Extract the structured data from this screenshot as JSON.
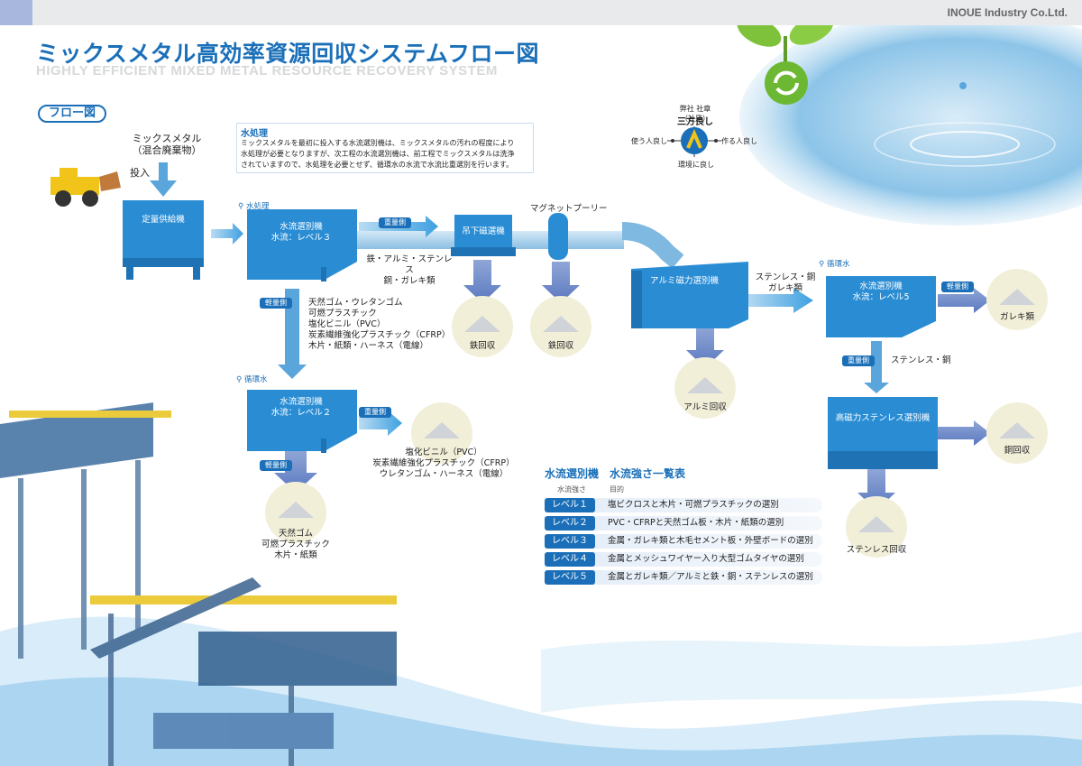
{
  "company": "INOUE Industry Co.Ltd.",
  "title": "ミックスメタル高効率資源回収システムフロー図",
  "subtitle": "HIGHLY EFFICIENT MIXED METAL RESOURCE RECOVERY SYSTEM",
  "tag": "フロー図",
  "input": {
    "line1": "ミックスメタル",
    "line2": "（混合廃棄物）",
    "action": "投入"
  },
  "water": {
    "title": "水処理",
    "lines": [
      "ミックスメタルを最初に投入する水流選別機は、ミックスメタルの汚れの程度により",
      "水処理が必要となりますが、次工程の水流選別機は、前工程でミックスメタルは洗浄",
      "されていますので、水処理を必要とせず、循環水の水流で水流比重選別を行います。"
    ]
  },
  "sanpo": {
    "top": "弊社 社章（社是）",
    "title": "三方良し",
    "left": "使う人良し",
    "right": "作る人良し",
    "bottom": "環境に良し"
  },
  "feeder": "定量供給機",
  "tap_water": "水処理",
  "tap_circ": "循環水",
  "heavy": "重量側",
  "light": "軽量側",
  "sep3": {
    "line1": "水流選別機",
    "line2": "水流：レベル３"
  },
  "sep2": {
    "line1": "水流選別機",
    "line2": "水流：レベル２"
  },
  "sep5": {
    "line1": "水流選別機",
    "line2": "水流：レベル5"
  },
  "heavy3": [
    "鉄・アルミ・ステンレス",
    "銅・ガレキ類"
  ],
  "light3": [
    "天然ゴム・ウレタンゴム",
    "可燃プラスチック",
    "塩化ビニル（PVC）",
    "炭素繊維強化プラスチック（CFRP）",
    "木片・紙類・ハーネス（電線）"
  ],
  "suspend": "吊下磁選機",
  "pulley": "マグネットプーリー",
  "iron1": "鉄回収",
  "iron2": "鉄回収",
  "alu_sep": "アルミ磁力選別機",
  "alu_out": [
    "ステンレス・銅",
    "ガレキ類"
  ],
  "alu_rec": "アルミ回収",
  "gareki": "ガレキ類",
  "heavy5": "ステンレス・銅",
  "stain_sep": "高磁力ステンレス選別機",
  "copper": "銅回収",
  "stain_rec": "ステンレス回収",
  "heavy2": [
    "塩化ビニル（PVC）",
    "炭素繊維強化プラスチック（CFRP）",
    "ウレタンゴム・ハーネス（電線）"
  ],
  "light2": [
    "天然ゴム",
    "可燃プラスチック",
    "木片・紙類"
  ],
  "table": {
    "title": "水流選別機　水流強さ一覧表",
    "h1": "水流強さ",
    "h2": "目的",
    "rows": [
      {
        "level": "レベル１",
        "purpose": "塩ビクロスと木片・可燃プラスチックの選別"
      },
      {
        "level": "レベル２",
        "purpose": "PVC・CFRPと天然ゴム板・木片・紙類の選別"
      },
      {
        "level": "レベル３",
        "purpose": "金属・ガレキ類と木毛セメント板・外壁ボードの選別"
      },
      {
        "level": "レベル４",
        "purpose": "金属とメッシュワイヤー入り大型ゴムタイヤの選別"
      },
      {
        "level": "レベル５",
        "purpose": "金属とガレキ類／アルミと鉄・銅・ステンレスの選別"
      }
    ]
  },
  "colors": {
    "accent": "#1a6fb8",
    "machine": "#2a8dd4",
    "pile": "#f2efd9"
  }
}
